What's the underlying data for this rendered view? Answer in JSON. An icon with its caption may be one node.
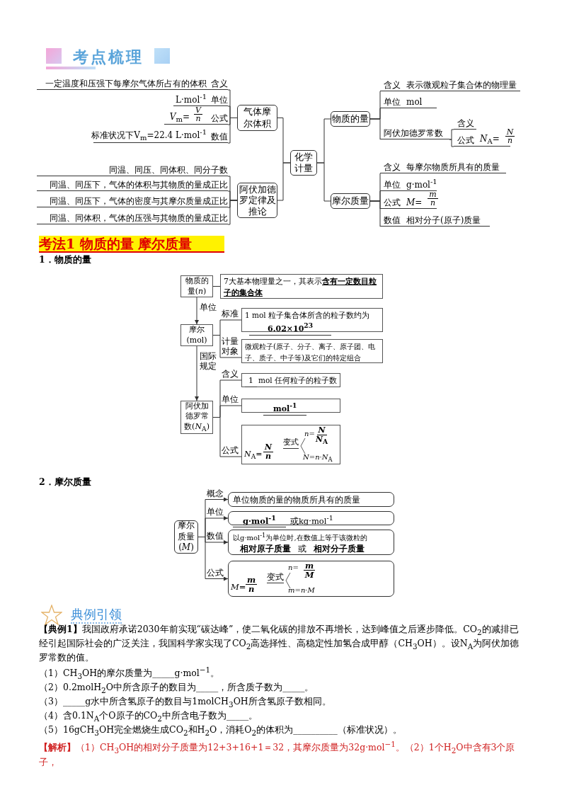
{
  "diagram": {
    "title": "考点梳理",
    "nodes": [
      {
        "text": [
          "化学计量"
        ]
      },
      {
        "text": [
          "气体摩尔体积"
        ]
      },
      {
        "text": [
          "阿伏加德罗定律及推论"
        ]
      },
      {
        "text": [
          "物质的量"
        ]
      },
      {
        "text": [
          "摩尔质量"
        ]
      },
      {
        "text": [
          "一定温度和压强下每摩尔气体所占有的体积",
          "含义"
        ]
      },
      {
        "text": [
          "L·mol$^{-1}$",
          "单位"
        ]
      },
      {
        "text": [
          "*V*$_{m}$=",
          "*V*",
          "*n*",
          "公式"
        ]
      },
      {
        "text": [
          "标准状况下V$_{m}$=22.4 L·mol$^{-1}$",
          "数值"
        ]
      },
      {
        "text": [
          "同温、同压、同体积、同分子数"
        ]
      },
      {
        "text": [
          "同温、同压下，气体的体积与其物质的量成正比"
        ]
      },
      {
        "text": [
          "同温、同压下，气体的密度与其摩尔质量成正比"
        ]
      },
      {
        "text": [
          "同温、同体积，气体的压强与其物质的量成正比"
        ]
      },
      {
        "text": [
          "含义",
          "表示微观粒子集合体的物理量"
        ]
      },
      {
        "text": [
          "单位",
          "mol"
        ]
      },
      {
        "text": [
          "阿伏加德罗常数"
        ]
      },
      {
        "text": [
          "含义"
        ]
      },
      {
        "text": [
          "公式",
          "*N*$_{A}$=",
          "*N*",
          "*n*"
        ]
      },
      {
        "text": [
          "含义",
          "每摩尔物质所具有的质量"
        ]
      },
      {
        "text": [
          "单位",
          "g·mol$^{-1}$"
        ]
      },
      {
        "text": [
          "公式",
          "*M*=",
          "*m*",
          "*n*"
        ]
      },
      {
        "text": [
          "数值",
          "相对分子(原子)质量"
        ]
      },
      {
        "text": [
          "物质的量(*n*)"
        ]
      },
      {
        "text": [
          "摩尔(mol)"
        ]
      },
      {
        "text": [
          "阿伏加德罗常数(*N*$_{A}$)"
        ]
      },
      {
        "text": [
          "7大基本物理量之一，其表示",
          "含有一定数目粒子的集合体"
        ]
      },
      {
        "text": [
          "1 mol 粒子集合体所含的粒子数约为",
          "6.02×10$^{23}$"
        ]
      },
      {
        "text": [
          "微观粒子(原子、分子、离子、原子团、电子、质子、中子等)及它们的特定组合"
        ]
      },
      {
        "text": [
          "1",
          "mol 任何粒子的粒子数"
        ]
      },
      {
        "text": [
          "mol$^{-1}$"
        ]
      },
      {
        "text": [
          "*N*$_{A}$=",
          "*N*",
          "*n*",
          "变式",
          "*n*=",
          "*N*",
          "*N*$_{A}$",
          "*N*=*n*·*N*$_{A}$"
        ]
      },
      {
        "text": [
          "摩尔质量(*M*)"
        ]
      },
      {
        "text": [
          "单位物质的量的物质所具有的质量"
        ]
      },
      {
        "text": [
          "g·mol$^{-1}$",
          "或kg·mol$^{-1}$"
        ]
      },
      {
        "text": [
          "以g·mol$^{-1}$为单位时,在数值上等于该微粒的",
          "相对原子质量",
          "或",
          "相对分子质量"
        ]
      },
      {
        "text": [
          "*M*=",
          "*m*",
          "*n*",
          "变式",
          "*n*=",
          "*m*",
          "*M*",
          "*m*=*n*·*M*"
        ]
      }
    ],
    "edges": [
      {
        "from": 0,
        "to": 1,
        "arrow": "none"
      },
      {
        "from": 0,
        "to": 2,
        "arrow": "none"
      },
      {
        "from": 0,
        "to": 3,
        "arrow": "none"
      },
      {
        "from": 0,
        "to": 4,
        "arrow": "none"
      },
      {
        "from": 1,
        "to": 5,
        "arrow": "none"
      },
      {
        "from": 1,
        "to": 6,
        "arrow": "none"
      },
      {
        "from": 1,
        "to": 7,
        "arrow": "none"
      },
      {
        "from": 1,
        "to": 8,
        "arrow": "none"
      },
      {
        "from": 2,
        "to": 9,
        "arrow": "none"
      },
      {
        "from": 2,
        "to": 10,
        "arrow": "none"
      },
      {
        "from": 2,
        "to": 11,
        "arrow": "none"
      },
      {
        "from": 2,
        "to": 12,
        "arrow": "none"
      },
      {
        "from": 3,
        "to": 13,
        "arrow": "none"
      },
      {
        "from": 3,
        "to": 14,
        "arrow": "none"
      },
      {
        "from": 3,
        "to": 15,
        "arrow": "none"
      },
      {
        "from": 15,
        "to": 16,
        "arrow": "none"
      },
      {
        "from": 15,
        "to": 17,
        "arrow": "none"
      },
      {
        "from": 4,
        "to": 18,
        "arrow": "none"
      },
      {
        "from": 4,
        "to": 19,
        "arrow": "none"
      },
      {
        "from": 4,
        "to": 20,
        "arrow": "none"
      },
      {
        "from": 4,
        "to": 21,
        "arrow": "none"
      },
      {
        "from": 22,
        "to": 23,
        "arrow": "to",
        "label": "单位"
      },
      {
        "from": 23,
        "to": 24,
        "arrow": "to",
        "label": "国际规定"
      },
      {
        "from": 22,
        "to": 25,
        "arrow": "none"
      },
      {
        "from": 23,
        "to": 26,
        "arrow": "none",
        "label": "标准"
      },
      {
        "from": 23,
        "to": 27,
        "arrow": "none",
        "label": "计量对象"
      },
      {
        "from": 24,
        "to": 28,
        "arrow": "none",
        "label": "含义"
      },
      {
        "from": 24,
        "to": 29,
        "arrow": "none",
        "label": "单位"
      },
      {
        "from": 24,
        "to": 30,
        "arrow": "none",
        "label": "公式"
      },
      {
        "from": 31,
        "to": 32,
        "arrow": "to",
        "label": "概念"
      },
      {
        "from": 31,
        "to": 33,
        "arrow": "to",
        "label": "单位"
      },
      {
        "from": 31,
        "to": 34,
        "arrow": "to",
        "label": "数值"
      },
      {
        "from": 31,
        "to": 35,
        "arrow": "to",
        "label": "公式"
      }
    ],
    "labels": [
      "考法1 物质的量 摩尔质量",
      "1．物质的量",
      "2．摩尔质量",
      "典例引领",
      "**【典例1】**我国政府承诺2030年前实现“碳达峰”，使二氧化碳的排放不再增长，达到峰值之后逐步降低。CO$_{2}$的减排已经引起国际社会的广泛关注，我国科学家实现了CO$_{2}$高选择性、高稳定性加氢合成甲醇（CH$_{3}$OH）。设N$_{A}$为阿伏加德罗常数的值。",
      "（1）CH$_{3}$OH的摩尔质量为_____g·mol$^{−1}$。",
      "（2）0.2molH$_{2}$O中所含原子的数目为_____，所含质子数为_____。",
      "（3）_____g水中所含氢原子的数目与1molCH$_{3}$OH所含氢原子数相同。",
      "（4）含0.1N$_{A}$个O原子的CO$_{2}$中所含电子数为_____。",
      "（5）16gCH$_{3}$OH完全燃烧生成CO$_{2}$和H$_{2}$O，消耗O$_{2}$的体积为__________（标准状况）。",
      "**【解析】**（1）CH$_{3}$OH的相对分子质量为12+3+16+1＝32，其摩尔质量为32g·mol$^{−1}$。（2）1个H$_{2}$O中含有3个原子，"
    ]
  }
}
